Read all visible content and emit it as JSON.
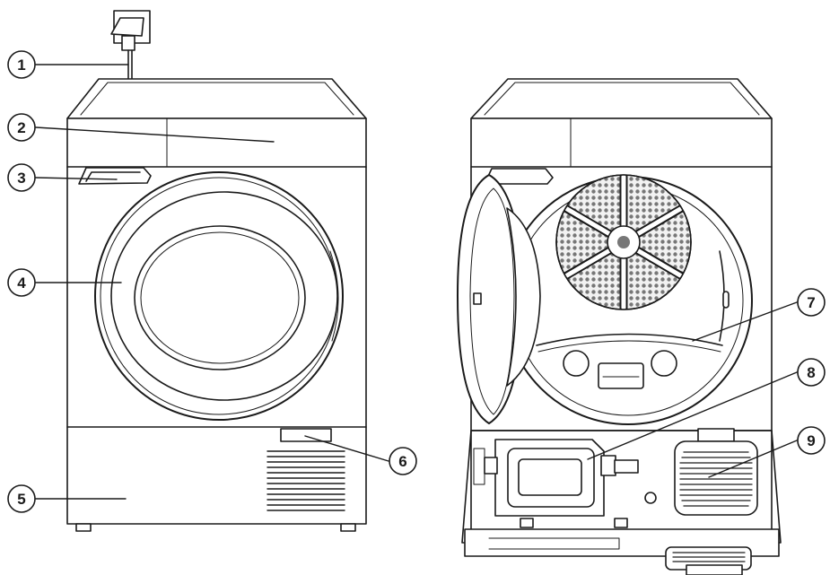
{
  "diagram": {
    "callouts": [
      {
        "number": "1",
        "part": "power-plug"
      },
      {
        "number": "2",
        "part": "control-panel"
      },
      {
        "number": "3",
        "part": "door-handle"
      },
      {
        "number": "4",
        "part": "door"
      },
      {
        "number": "5",
        "part": "plinth"
      },
      {
        "number": "6",
        "part": "plinth-release-button"
      },
      {
        "number": "7",
        "part": "lint-filter"
      },
      {
        "number": "8",
        "part": "condenser-water-container"
      },
      {
        "number": "9",
        "part": "heat-exchanger-cover"
      }
    ],
    "views": [
      {
        "name": "front-view-door-closed"
      },
      {
        "name": "front-view-door-open"
      }
    ],
    "colors": {
      "line": "#1a1a1a",
      "body": "#ffffff",
      "mesh": "#777777"
    }
  }
}
